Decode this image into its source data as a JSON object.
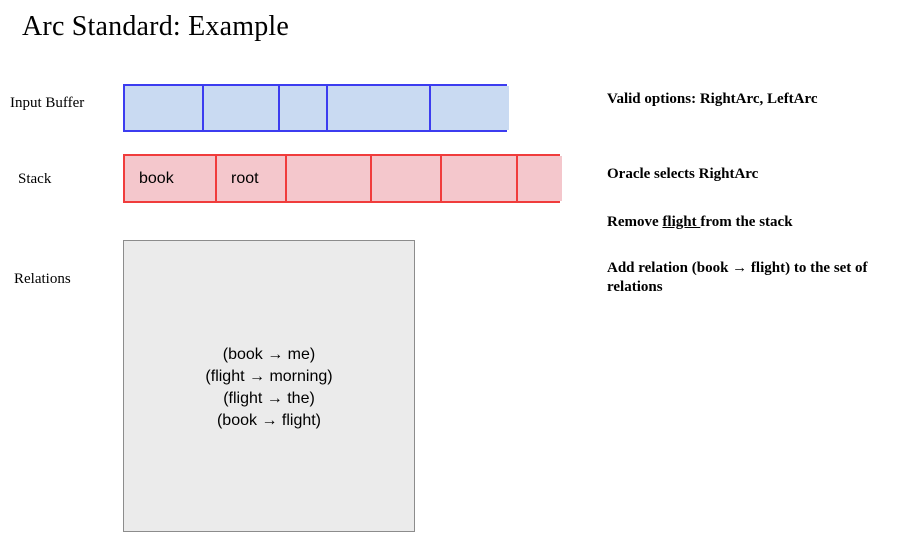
{
  "slide": {
    "title": "Arc Standard: Example"
  },
  "labels": {
    "input_buffer": "Input Buffer",
    "stack": "Stack",
    "relations": "Relations"
  },
  "input_buffer": {
    "fill_color": "#c9daf2",
    "border_color": "#3c3cf0",
    "cells": [
      {
        "text": "",
        "width": 79
      },
      {
        "text": "",
        "width": 76
      },
      {
        "text": "",
        "width": 48
      },
      {
        "text": "",
        "width": 103
      },
      {
        "text": "",
        "width": 78
      }
    ]
  },
  "stack": {
    "fill_color": "#f4c7cc",
    "border_color": "#f03c3c",
    "cells": [
      {
        "text": "book",
        "width": 92
      },
      {
        "text": "root",
        "width": 70
      },
      {
        "text": "",
        "width": 85
      },
      {
        "text": "",
        "width": 70
      },
      {
        "text": "",
        "width": 76
      },
      {
        "text": "",
        "width": 44
      }
    ]
  },
  "relations": {
    "fill_color": "#ebebeb",
    "border_color": "#8c8c8c",
    "items": [
      "(book → me)",
      "(flight → morning)",
      "(flight → the)",
      "(book → flight)"
    ]
  },
  "notes": {
    "valid_options": "Valid options: RightArc, LeftArc",
    "oracle": "Oracle selects RightArc",
    "remove_prefix": "Remove ",
    "remove_underlined": "flight ",
    "remove_suffix": "from the stack",
    "add_relation": "Add relation (book → flight) to the set of relations"
  }
}
